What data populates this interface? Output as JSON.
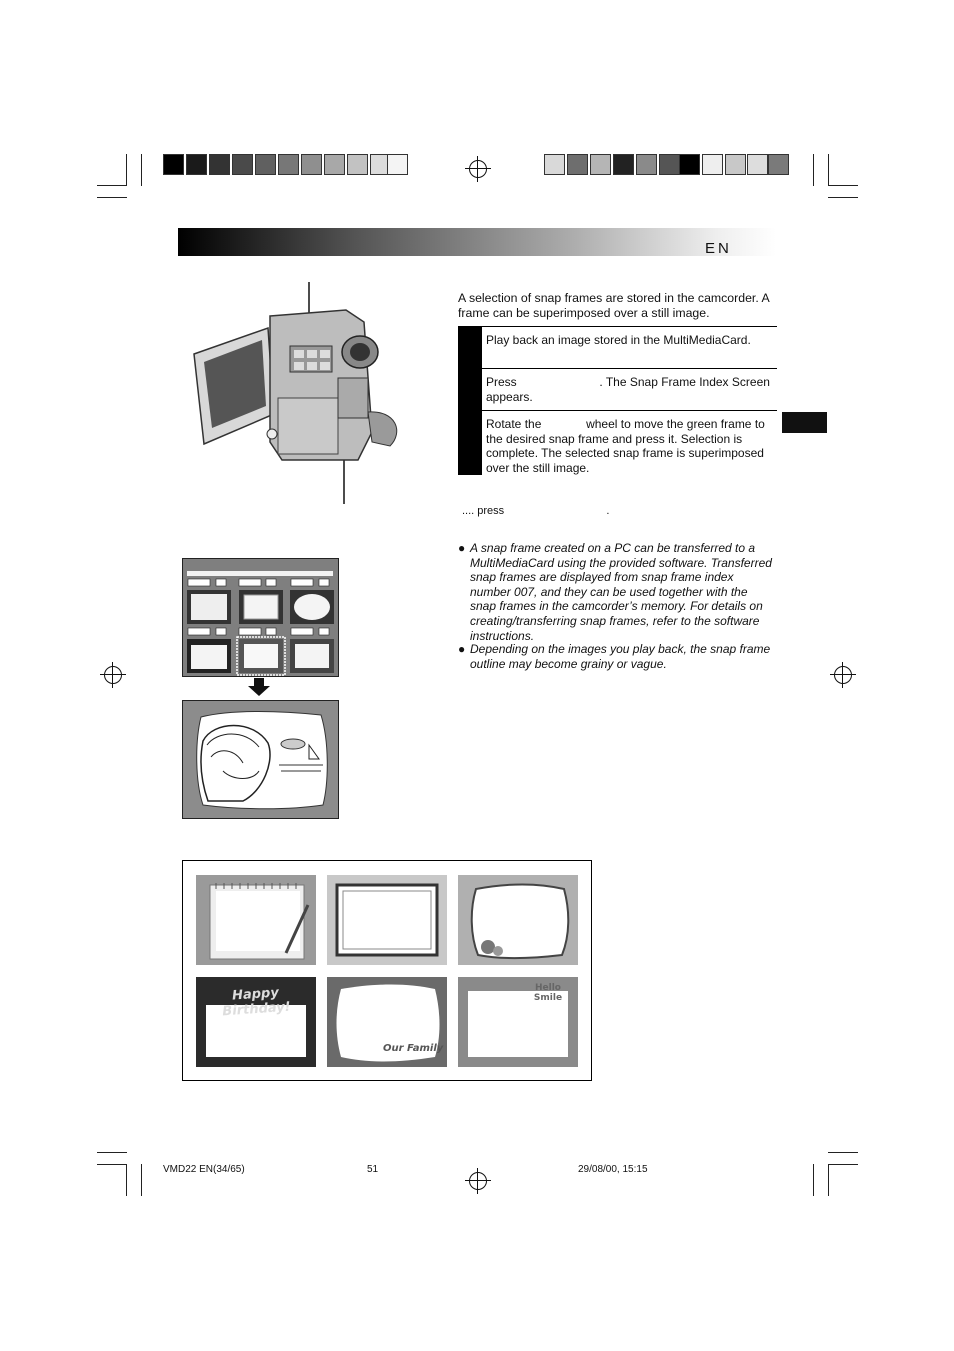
{
  "header": {
    "lang": "EN"
  },
  "intro": "A selection of snap frames are stored in the camcorder. A frame can be superimposed over a still image.",
  "steps": [
    {
      "text": "Play back an image stored in the MultiMediaCard."
    },
    {
      "pre": "Press",
      "post": ". The Snap Frame Index Screen",
      "post2": "appears."
    },
    {
      "pre": "Rotate the",
      "post": "wheel to move the green frame to",
      "rest": "the desired snap frame and press it. Selection is complete. The selected snap frame is superimposed over the still image."
    }
  ],
  "cancel": {
    "pre": "....  press",
    "post": "."
  },
  "notes": [
    "A snap frame created on a PC can be transferred to a MultiMediaCard using the provided software. Transferred snap frames are displayed from snap frame index number 007, and they can be used together with the snap frames in the camcorder’s memory. For details on creating/transferring snap frames, refer to the software instructions.",
    "Depending on the images you play back, the snap frame outline may become grainy or vague."
  ],
  "frame_captions": {
    "birthday": "Happy Birthday!",
    "family": "Our Family",
    "hello": "Hello Smile"
  },
  "footer": {
    "left": "VMD22 EN(34/65)",
    "page": "51",
    "right": "29/08/00, 15:15"
  },
  "colors": {
    "gray_bar_light": "#bcbcbc",
    "gray_bar_mid": "#7a7a7a",
    "dark": "#1a1a1a"
  }
}
